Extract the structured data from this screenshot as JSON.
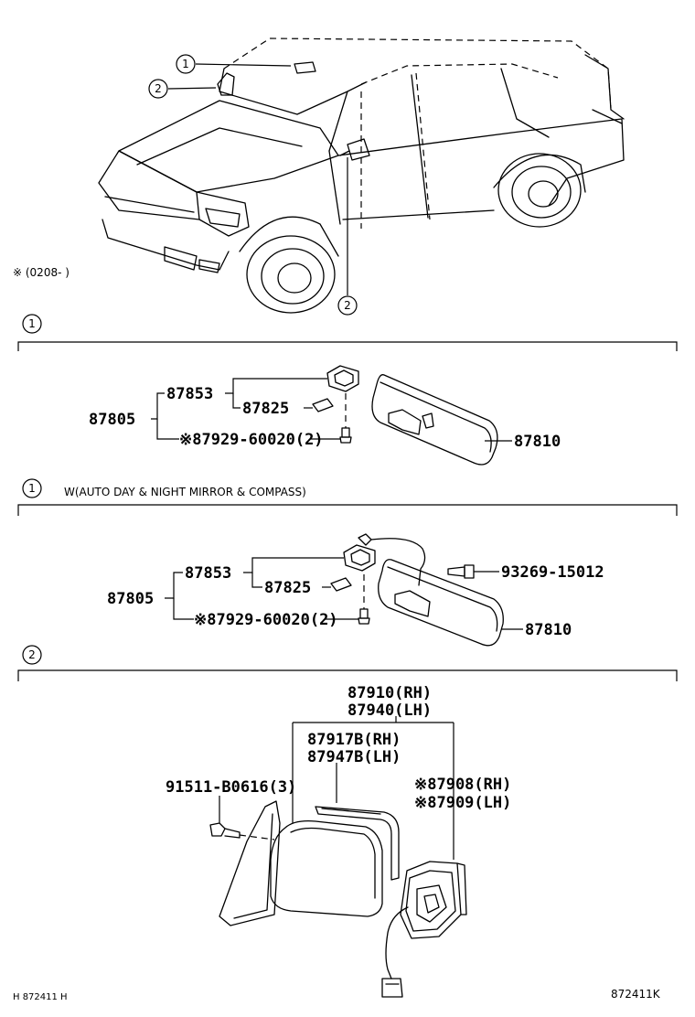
{
  "overview": {
    "date_note": "※ (0208-    )",
    "callouts": [
      "1",
      "2",
      "2"
    ]
  },
  "section1": {
    "number": "1",
    "parts": {
      "assy": "87805",
      "holder": "87853",
      "cover": "87825",
      "screw": "※87929-60020(2)",
      "mirror": "87810"
    }
  },
  "section2": {
    "number": "1",
    "title": "W(AUTO DAY & NIGHT MIRROR & COMPASS)",
    "parts": {
      "assy": "87805",
      "holder": "87853",
      "cover": "87825",
      "screw": "※87929-60020(2)",
      "bolt": "93269-15012",
      "mirror": "87810"
    }
  },
  "section3": {
    "number": "2",
    "parts": {
      "outer_rh": "87910(RH)",
      "outer_lh": "87940(LH)",
      "glass_rh": "87917B(RH)",
      "glass_lh": "87947B(LH)",
      "screw": "91511-B0616(3)",
      "motor_rh": "※87908(RH)",
      "motor_lh": "※87909(LH)"
    }
  },
  "footer": {
    "left_ref": "H 872411 H",
    "figure_id": "872411K"
  }
}
